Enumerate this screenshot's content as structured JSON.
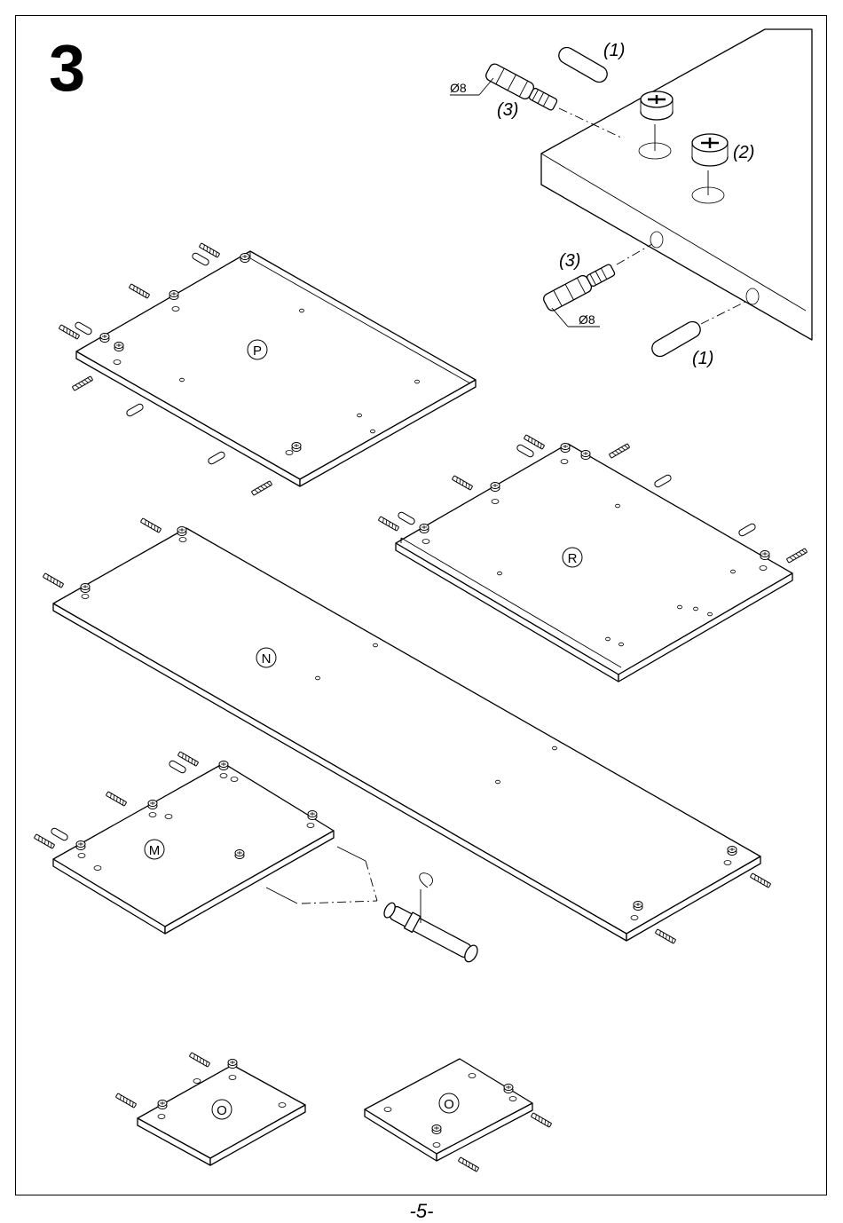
{
  "step": {
    "number": "3"
  },
  "footer": {
    "page": "-5-"
  },
  "detail": {
    "callout_1a": "(1)",
    "callout_1b": "(1)",
    "callout_2": "(2)",
    "callout_3a": "(3)",
    "callout_3b": "(3)",
    "dim_a": "Ø8",
    "dim_b": "Ø8"
  },
  "panels": {
    "p": "P",
    "r": "R",
    "n": "N",
    "m": "M",
    "o1": "O",
    "o2": "O"
  }
}
